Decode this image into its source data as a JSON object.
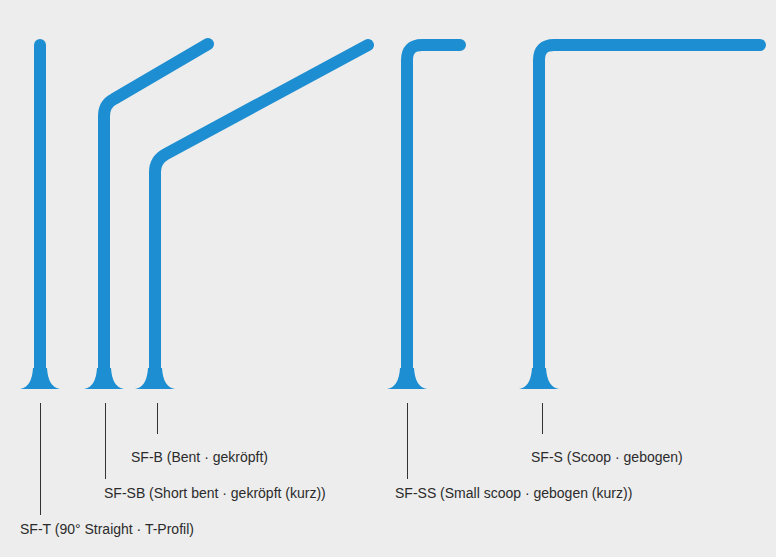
{
  "diagram": {
    "labels": [
      "SF-B (Bent · gekröpft)",
      "SF-S (Scoop · gebogen)",
      "SF-SB (Short bent · gekröpft (kurz))",
      "SF-SS (Small scoop · gebogen (kurz))",
      "SF-T (90° Straight · T-Profil)"
    ]
  }
}
